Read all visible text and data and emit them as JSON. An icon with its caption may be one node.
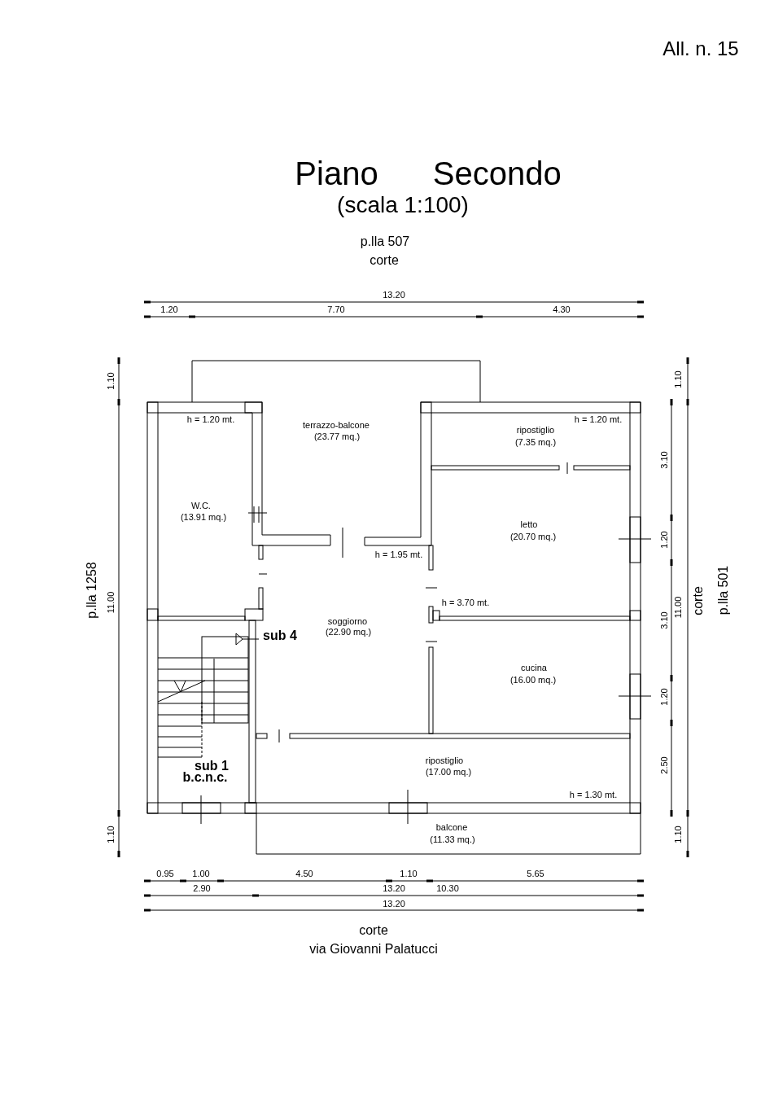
{
  "diagram": {
    "title": "Piano Secondo",
    "labels": [
      "All. n. 15",
      "(scala 1:100)",
      "p.lla 507",
      "corte",
      "13.20",
      "1.20",
      "7.70",
      "4.30",
      "1.10",
      "1.10",
      "h = 1.20 mt.",
      "terrazzo-balcone",
      "(23.77 mq.)",
      "h = 1.20 mt.",
      "ripostiglio",
      "(7.35 mq.)",
      "3.10",
      "W.C.",
      "(13.91 mq.)",
      "letto",
      "(20.70 mq.)",
      "1.20",
      "p.lla 1258",
      "11.00",
      "h = 1.95 mt.",
      "11.00",
      "corte",
      "p.lla 501",
      "h = 3.70 mt.",
      "sub 4",
      "soggiorno",
      "(22.90 mq.)",
      "3.10",
      "cucina",
      "(16.00 mq.)",
      "1.20",
      "ripostiglio",
      "(17.00 mq.)",
      "2.50",
      "sub 1",
      "b.c.n.c.",
      "h = 1.30 mt.",
      "balcone",
      "(11.33 mq.)",
      "1.10",
      "1.10",
      "0.95",
      "1.00",
      "4.50",
      "1.10",
      "5.65",
      "2.90",
      "13.20",
      "10.30",
      "13.20",
      "corte",
      "via Giovanni Palatucci"
    ]
  }
}
